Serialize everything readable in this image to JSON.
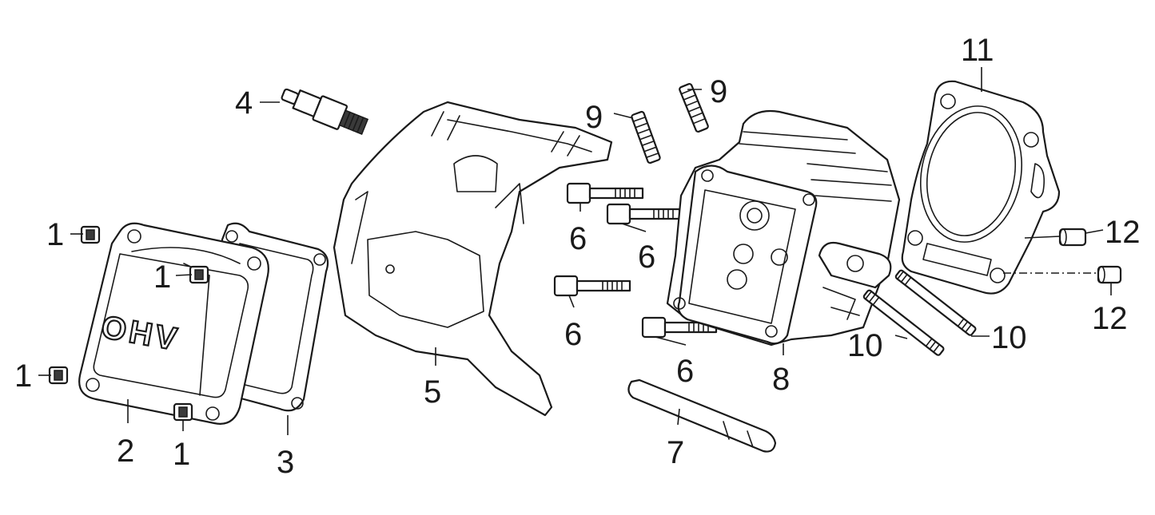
{
  "cover_emboss": "OHV",
  "callouts": {
    "c1a": "1",
    "c1b": "1",
    "c1c": "1",
    "c1d": "1",
    "c2": "2",
    "c3": "3",
    "c4": "4",
    "c5": "5",
    "c6a": "6",
    "c6b": "6",
    "c6c": "6",
    "c6d": "6",
    "c7": "7",
    "c8": "8",
    "c9a": "9",
    "c9b": "9",
    "c10a": "10",
    "c10b": "10",
    "c11": "11",
    "c12a": "12",
    "c12b": "12"
  },
  "colors": {
    "line": "#1a1a1a",
    "background": "#ffffff"
  }
}
